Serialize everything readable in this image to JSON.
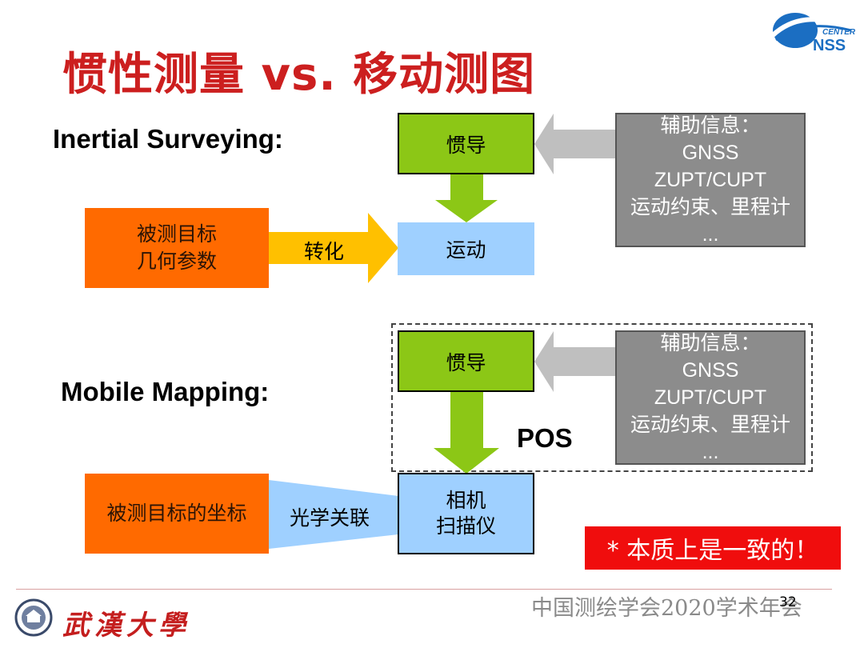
{
  "title": "惯性测量 vs. 移动测图",
  "logo_nss": {
    "top": "CENTER",
    "main": "NSS"
  },
  "inertial": {
    "label": "Inertial Surveying:",
    "ins_box": "惯导",
    "motion_box": "运动",
    "target_box": [
      "被测目标",
      "几何参数"
    ],
    "arrow_label": "转化",
    "aux_box": [
      "辅助信息：",
      "GNSS",
      "ZUPT/CUPT",
      "运动约束、里程计",
      "..."
    ]
  },
  "mobile": {
    "label": "Mobile Mapping:",
    "ins_box": "惯导",
    "sensor_box": [
      "相机",
      "扫描仪"
    ],
    "target_box": "被测目标的坐标",
    "link_label": "光学关联",
    "pos_label": "POS",
    "aux_box": [
      "辅助信息：",
      "GNSS",
      "ZUPT/CUPT",
      "运动约束、里程计",
      "..."
    ]
  },
  "conclusion": "* 本质上是一致的！",
  "footer": {
    "conference": "中国测绘学会2020学术年会",
    "page_number": "32",
    "university": "武漢大學"
  },
  "colors": {
    "title": "#cc1f1f",
    "ins_green": "#8cc716",
    "motion_blue": "#9fd0ff",
    "target_orange": "#ff6a00",
    "aux_gray": "#8c8c8c",
    "arrow_yellow": "#ffc000",
    "conclusion_red": "#f00d0d"
  }
}
